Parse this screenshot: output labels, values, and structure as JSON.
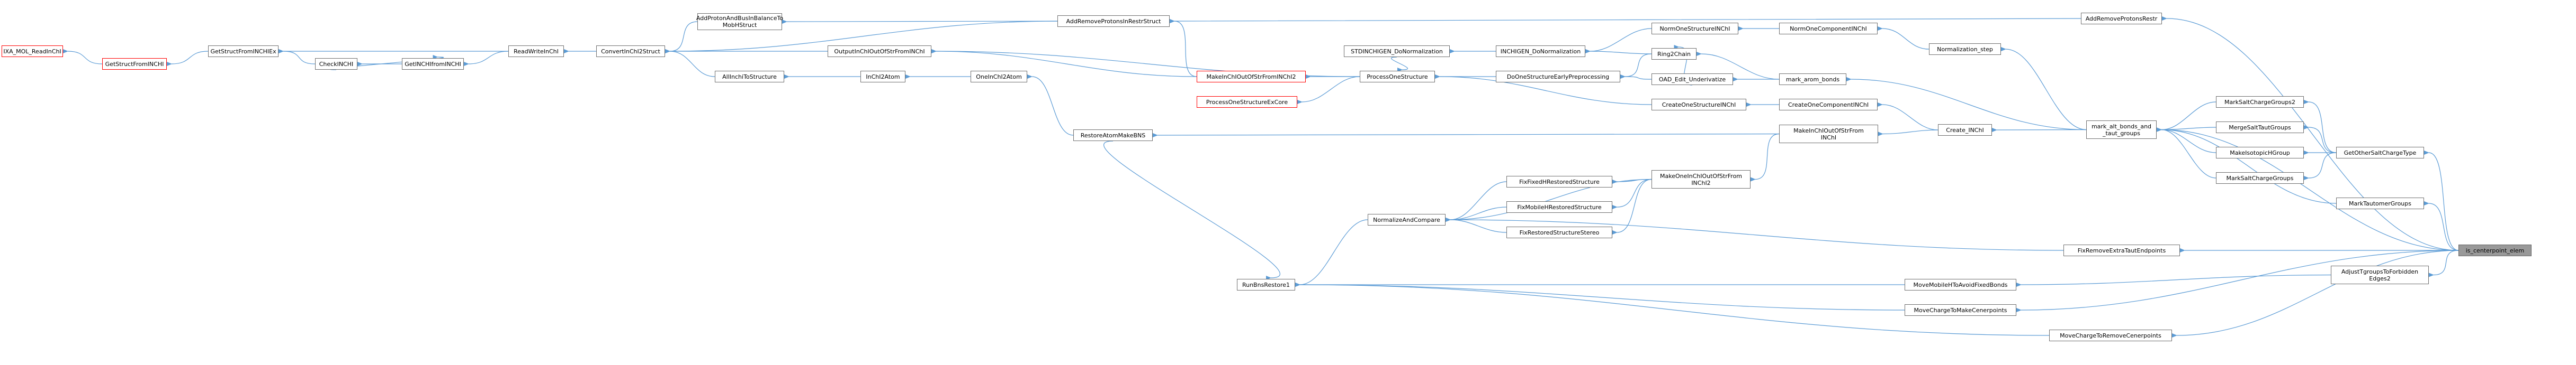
{
  "diagram": {
    "title": "",
    "nodes": {
      "ixa_mol_readinchi": "IXA_MOL_ReadInChI",
      "getstructfrominchi": "GetStructFromINCHI",
      "getstructfrominchiex": "GetStructFromINCHIEx",
      "checkinchi": "CheckINCHI",
      "getinchifrominchi": "GetINCHIfromINCHI",
      "readwriteinchi": "ReadWriteInChI",
      "convertinchi2struct": "ConvertInChI2Struct",
      "addprotonandbusinbalance": "AddProtonAndBusInBalanceTo\nMobHStruct",
      "addremoveprotonsinrestrstruct": "AddRemoveProtonsInRestrStruct",
      "addremoveprotonsrestr": "AddRemoveProtonsRestr",
      "outputinchioutofstrfrominchi": "OutputInChIOutOfStrFromINChI",
      "allinchitostructure": "AllInchiToStructure",
      "inchi2atom": "InChI2Atom",
      "oneinchi2atom": "OneInChI2Atom",
      "makeinchioutofstrfrominchi2": "MakeInChIOutOfStrFromINChI2",
      "processonestructureexcore": "ProcessOneStructureExCore",
      "processonestructure": "ProcessOneStructure",
      "stdinchigen_donormalization": "STDINCHIGEN_DoNormalization",
      "inchigen_donormalization": "INCHIGEN_DoNormalization",
      "normonestructureinchi": "NormOneStructureINChI",
      "normonecomponentinchi": "NormOneComponentINChI",
      "ring2chain": "Ring2Chain",
      "doonestructureearlypreprocessing": "DoOneStructureEarlyPreprocessing",
      "oad_edit_underivatize": "OAD_Edit_Underivatize",
      "mark_arom_bonds": "mark_arom_bonds",
      "normalization_step": "Normalization_step",
      "createonestructureinchi": "CreateOneStructureINChI",
      "createonecomponentinchi": "CreateOneComponentINChI",
      "create_inchi": "Create_INChI",
      "mark_alt_bonds_and_taut_groups": "mark_alt_bonds_and\n_taut_groups",
      "restoreatommakebns": "RestoreAtomMakeBNS",
      "makeinchioutofstrfrominchi": "MakeInChIOutOfStrFrom\nINChI",
      "makeoneinchioutofstrfrominchi2": "MakeOneInChIOutOfStrFrom\nINChI2",
      "fixfixedhrestoredstructure": "FixFixedHRestoredStructure",
      "fixmobilehrestoredstructure": "FixMobileHRestoredStructure",
      "fixrestoredstructurestereo": "FixRestoredStructureStereo",
      "normalizeandcompare": "NormalizeAndCompare",
      "runbnsrestore1": "RunBnsRestore1",
      "marksalttchargegroups2": "MarkSaltChargeGroups2",
      "mergesalttautgroups": "MergeSaltTautGroups",
      "makeisotopichgroup": "MakeIsotopicHGroup",
      "marksaltchargegroups": "MarkSaltChargeGroups",
      "getotherssaltchargetype": "GetOtherSaltChargeType",
      "marktautomergroups": "MarkTautomerGroups",
      "fixremoveextratautendpoints": "FixRemoveExtraTautEndpoints",
      "adjusttgroupstoforbiddenedges2": "AdjustTgroupsToForbidden\nEdges2",
      "is_centerpoint_elem": "is_centerpoint_elem",
      "movemobilehtoavoidfixedbonds": "MoveMobileHToAvoidFixedBonds",
      "movechargetomakecenerpoints": "MoveChargeToMakeCenerpoints",
      "movechargetoremovecenerpoints": "MoveChargeToRemoveCenerpoints"
    }
  },
  "colors": {
    "edge": "#5b9bd5",
    "node_border": "#6f6f6f",
    "warning_border": "#ff0000",
    "focus_fill": "#999999"
  }
}
